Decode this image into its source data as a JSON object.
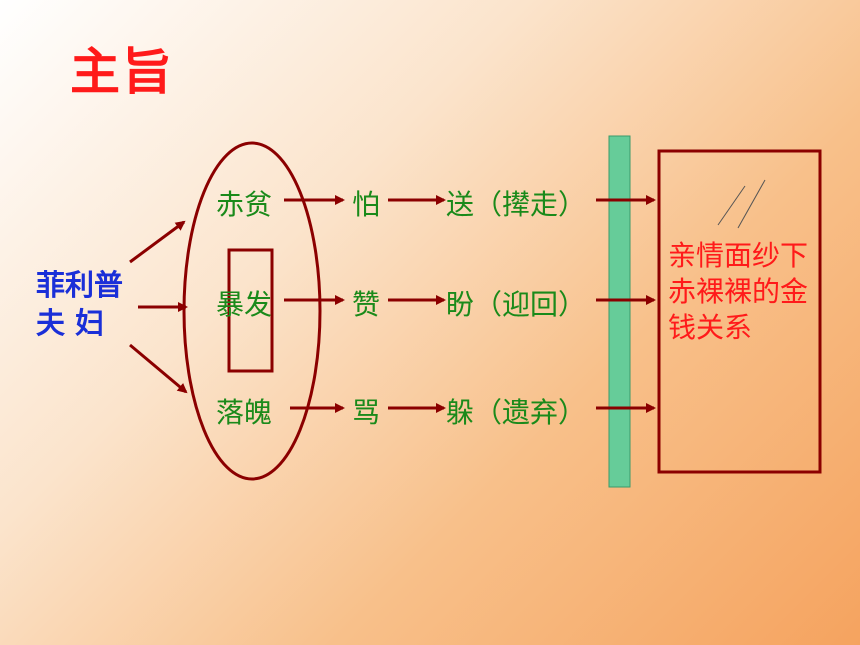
{
  "title": "主旨",
  "subject": "菲利普夫 妇",
  "rows": [
    {
      "state": "赤贫",
      "attitude": "怕",
      "action": "送（撵走）"
    },
    {
      "state": "暴发",
      "attitude": "赞",
      "action": "盼（迎回）"
    },
    {
      "state": "落魄",
      "attitude": "骂",
      "action": "躲（遗弃）"
    }
  ],
  "conclusion": "亲情面纱下赤裸裸的金钱关系",
  "colors": {
    "title": "#ff1a1a",
    "subject": "#1a2fd8",
    "nodes": "#1a8a1a",
    "lines": "#8b0000",
    "bar": "#66cc99",
    "conclusion": "#ff1a1a"
  }
}
